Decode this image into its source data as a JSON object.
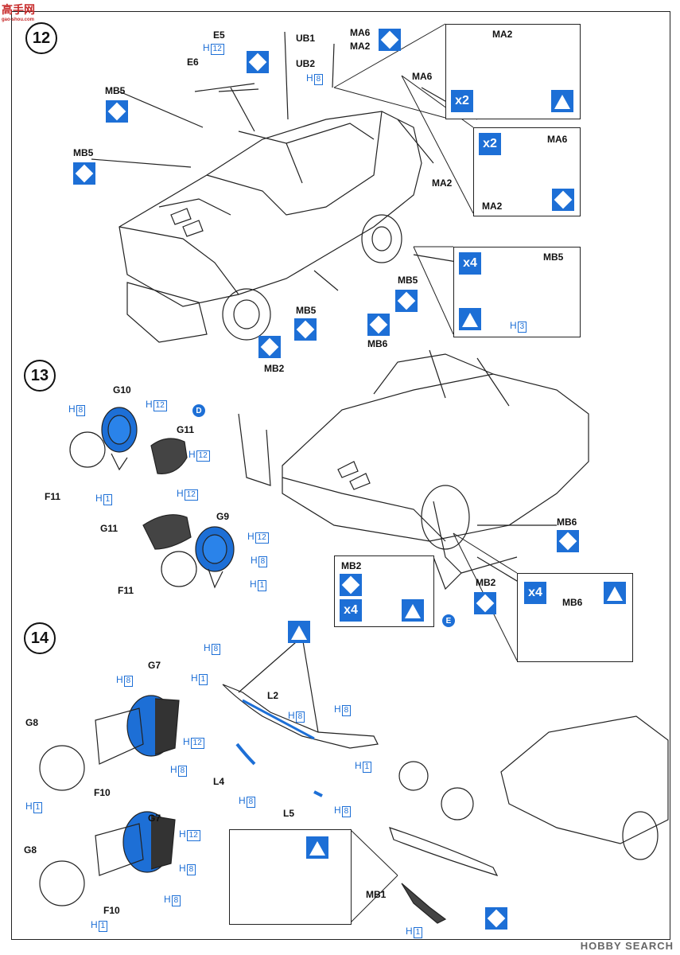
{
  "watermark": {
    "top_text": "高手网",
    "top_url": "gao-shou.com",
    "bottom_text": "HOBBY SEARCH"
  },
  "steps": [
    "12",
    "13",
    "14"
  ],
  "labels": {
    "E5": "E5",
    "E6": "E6",
    "UB1": "UB1",
    "UB2": "UB2",
    "MA6a": "MA6",
    "MA2a": "MA2",
    "MA6b": "MA6",
    "MB5a": "MB5",
    "MB5b": "MB5",
    "MA2b": "MA2",
    "MB5c": "MB5",
    "MB5d": "MB5",
    "inset1_MA2": "MA2",
    "inset2_MA6": "MA6",
    "inset2_MA2": "MA2",
    "inset3_MB5": "MB5",
    "G10": "G10",
    "G11a": "G11",
    "F11a": "F11",
    "G11b": "G11",
    "G9": "G9",
    "F11b": "F11",
    "MB2a": "MB2",
    "MB6a": "MB6",
    "MB6b": "MB6",
    "MB2b": "MB2",
    "MB2c": "MB2",
    "MB6c": "MB6",
    "G7a": "G7",
    "G8a": "G8",
    "F10a": "F10",
    "G7b": "G7",
    "G8b": "G8",
    "F10b": "F10",
    "L2": "L2",
    "L4": "L4",
    "L5": "L5",
    "MB1": "MB1"
  },
  "paint": {
    "H": "H",
    "c12": "12",
    "c8": "8",
    "c1": "1",
    "c3": "3"
  },
  "multipliers": {
    "x2a": "x2",
    "x2b": "x2",
    "x4a": "x4",
    "x4b": "x4",
    "x4c": "x4"
  },
  "markers": {
    "D": "D",
    "E": "E"
  }
}
